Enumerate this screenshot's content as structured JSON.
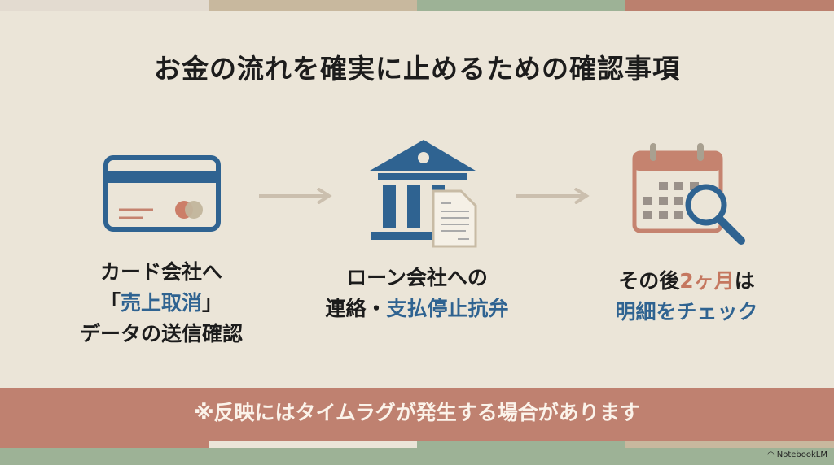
{
  "title": "お金の流れを確実に止めるための確認事項",
  "steps": [
    {
      "icon": "credit-card-icon",
      "lines": [
        "カード会社へ",
        "「",
        "売上取消",
        "」",
        "データの送信確認"
      ]
    },
    {
      "icon": "bank-document-icon",
      "lines": [
        "ローン会社への",
        "連絡・",
        "支払停止抗弁"
      ]
    },
    {
      "icon": "calendar-search-icon",
      "lines": [
        "その後",
        "2ヶ月",
        "は",
        "明細をチェック"
      ]
    }
  ],
  "note": "※反映にはタイムラグが発生する場合があります",
  "logo": "NotebookLM",
  "colors": {
    "blue": "#2f6391",
    "terracotta": "#bf8170",
    "green": "#9db296",
    "tan": "#c8b89e",
    "background": "#ebe5d8"
  }
}
